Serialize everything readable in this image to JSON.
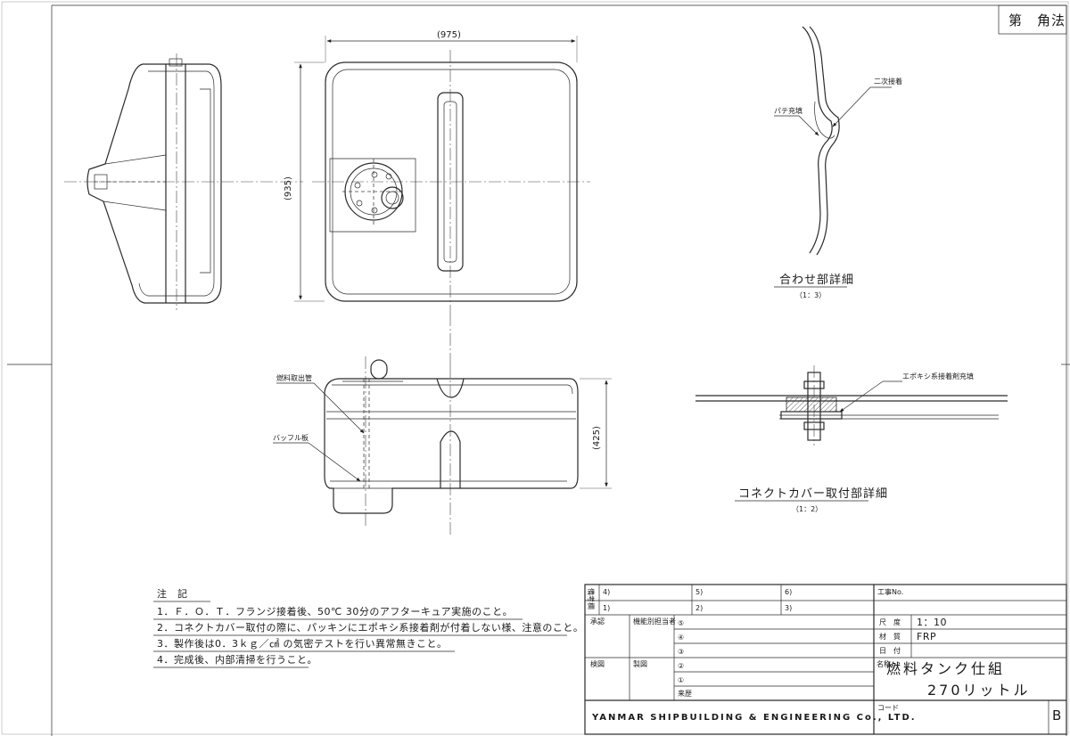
{
  "projection": "第　角法",
  "views": {
    "top_width_dim": "(975)",
    "top_height_dim": "(935)",
    "front_height_dim": "(425)"
  },
  "callouts": {
    "fuel_outlet": "燃料取出管",
    "baffle": "バッフル板",
    "secondary_bond": "二次接着",
    "putty": "パテ充填",
    "epoxy_fill": "エポキシ系接着剤充填"
  },
  "details": {
    "joint_title": "合わせ部詳細",
    "joint_scale": "（1：3）",
    "cover_title": "コネクトカバー取付部詳細",
    "cover_scale": "（1：2）"
  },
  "notes": {
    "heading": "注　記",
    "items": [
      "1．Ｆ．Ｏ．Ｔ．フランジ接着後、50℃ 30分のアフターキュア実施のこと。",
      "2．コネクトカバー取付の際に、パッキンにエポキシ系接着剤が付着しない様、注意のこと。",
      "3．製作後は0．3ｋｇ／㎠ の気密テストを行い異常無きこと。",
      "4．完成後、内部清掃を行うこと。"
    ]
  },
  "title_block": {
    "revision_label": "備考欄",
    "rev_4": "4)",
    "rev_5": "5)",
    "rev_6": "6)",
    "rev_1": "1)",
    "rev_2": "2)",
    "rev_3": "3)",
    "approval": "承認",
    "designer_by_function": "機能別担当者",
    "marks": [
      "⑤",
      "④",
      "③",
      "②",
      "①"
    ],
    "inspection": "検図",
    "drafting": "製図",
    "history": "来歴",
    "work_no_label": "工事No.",
    "scale_label": "尺　度",
    "scale_value": "1：10",
    "material_label": "材　質",
    "material_value": "FRP",
    "date_label": "日　付",
    "name_label": "名称",
    "name_value": "燃料タンク仕組",
    "capacity": "270リットル",
    "code_label": "コード",
    "company": "YANMAR SHIPBUILDING & ENGINEERING Co., LTD.",
    "size_mark": "B"
  }
}
